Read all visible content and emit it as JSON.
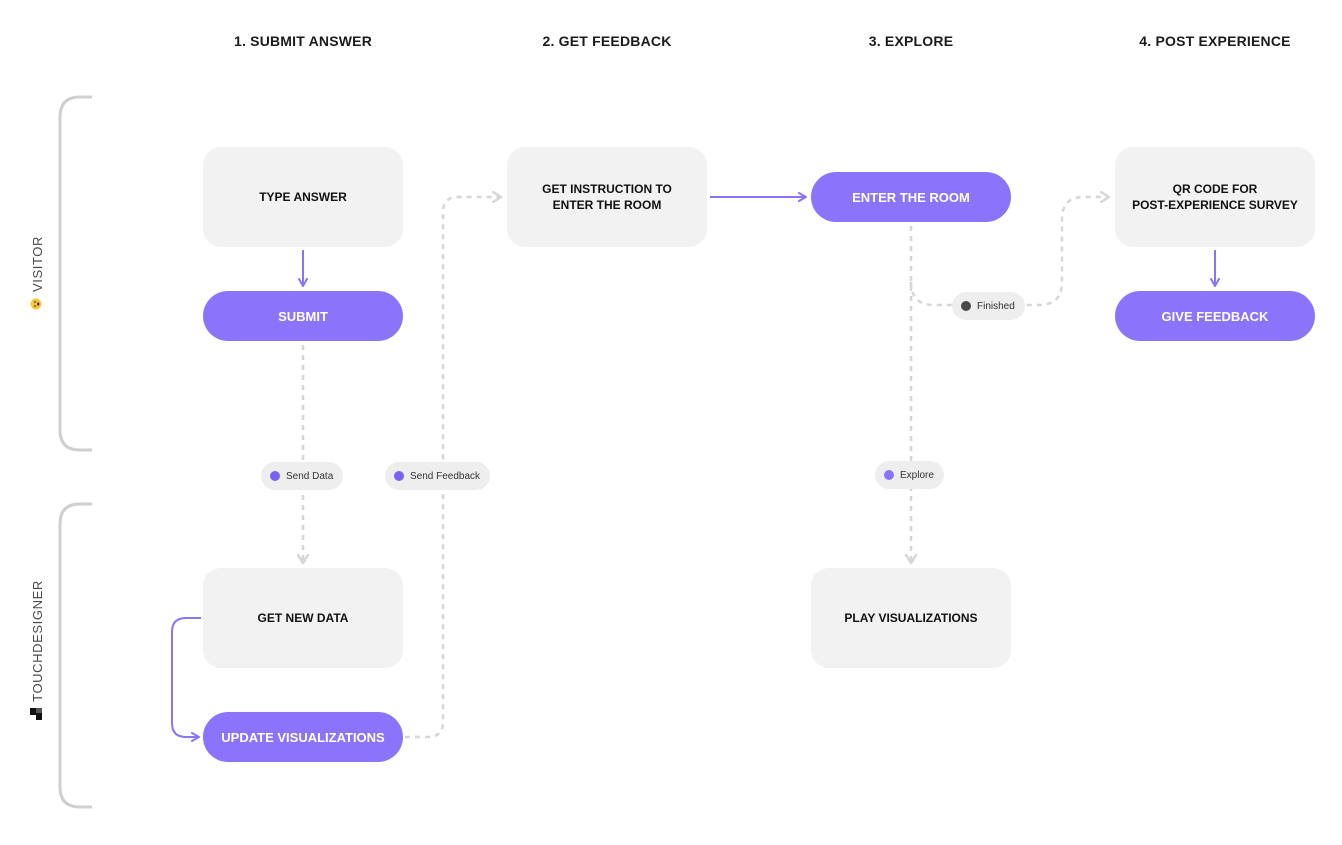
{
  "stages": [
    {
      "label": "1. SUBMIT ANSWER"
    },
    {
      "label": "2. GET FEEDBACK"
    },
    {
      "label": "3. EXPLORE"
    },
    {
      "label": "4. POST EXPERIENCE"
    }
  ],
  "lanes": {
    "visitor": {
      "label": "VISITOR",
      "icon": "smiley-emoji-icon"
    },
    "touchdesigner": {
      "label": "TOUCHDESIGNER",
      "icon": "touchdesigner-logo-icon"
    }
  },
  "nodes": {
    "type_answer": "TYPE ANSWER",
    "submit": "SUBMIT",
    "get_instruction": "GET INSTRUCTION TO\nENTER THE ROOM",
    "enter_room": "ENTER THE ROOM",
    "qr_code": "QR CODE FOR\nPOST-EXPERIENCE SURVEY",
    "give_feedback": "GIVE FEEDBACK",
    "get_new_data": "GET NEW DATA",
    "update_visualizations": "UPDATE VISUALIZATIONS",
    "play_visualizations": "PLAY VISUALIZATIONS"
  },
  "edge_labels": {
    "send_data": "Send Data",
    "send_feedback": "Send Feedback",
    "explore": "Explore",
    "finished": "Finished"
  },
  "colors": {
    "accent": "#8b74fb",
    "node_bg": "#f2f2f2",
    "dashed_line": "#d6d6d6",
    "lane_bracket": "#cfcfcf",
    "tag_dot_purple": "#7b61f0",
    "tag_dot_dark": "#4a4a4a"
  }
}
